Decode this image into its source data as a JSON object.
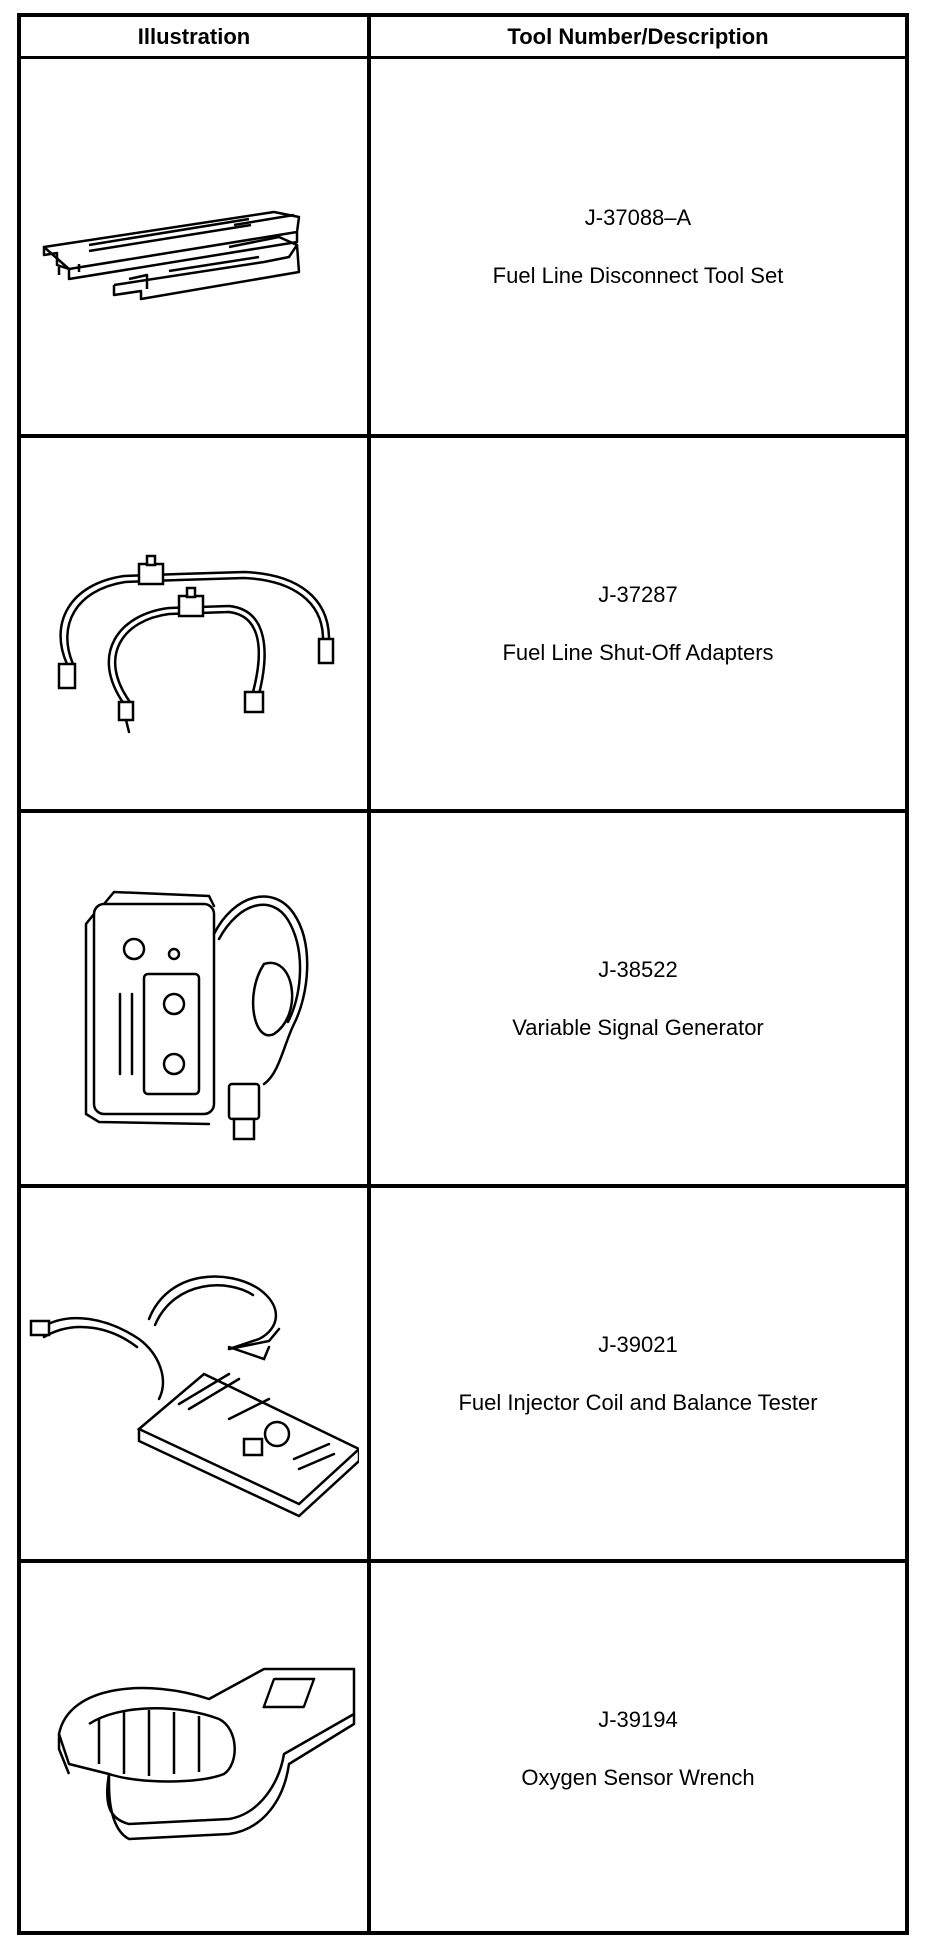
{
  "table": {
    "headers": {
      "illustration": "Illustration",
      "description": "Tool Number/Description"
    },
    "rows": [
      {
        "tool_number": "J-37088–A",
        "description": "Fuel Line Disconnect Tool Set",
        "icon": "fuel-line-disconnect-tool-icon"
      },
      {
        "tool_number": "J-37287",
        "description": "Fuel Line Shut-Off Adapters",
        "icon": "fuel-line-shutoff-adapters-icon"
      },
      {
        "tool_number": "J-38522",
        "description": "Variable Signal Generator",
        "icon": "variable-signal-generator-icon"
      },
      {
        "tool_number": "J-39021",
        "description": "Fuel Injector Coil and Balance Tester",
        "icon": "injector-tester-icon"
      },
      {
        "tool_number": "J-39194",
        "description": "Oxygen Sensor Wrench",
        "icon": "oxygen-sensor-wrench-icon"
      }
    ]
  }
}
